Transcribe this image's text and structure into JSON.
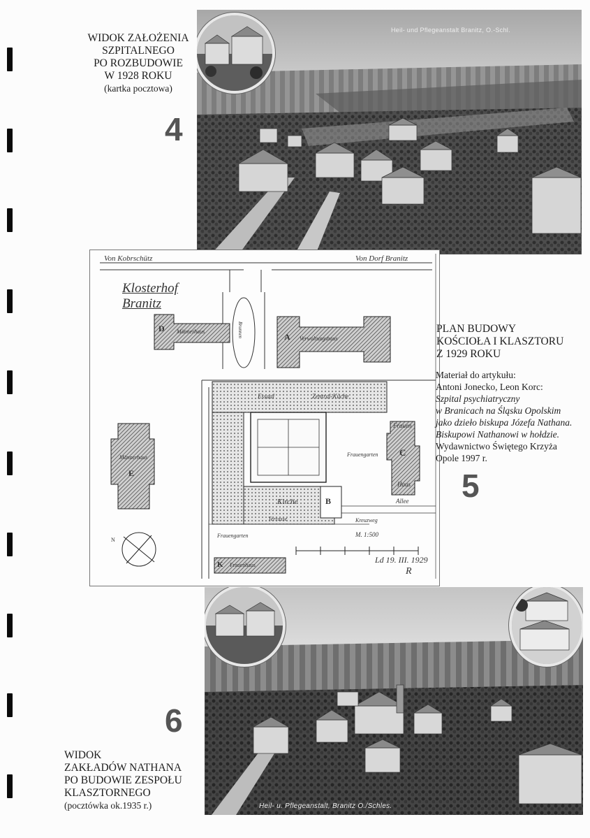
{
  "figure4": {
    "number": "4",
    "caption_lines": [
      "WIDOK ZAŁOŻENIA",
      "SZPITALNEGO",
      "PO ROZBUDOWIE",
      "W 1928 ROKU",
      "(kartka pocztowa)"
    ],
    "postcard_text": "Heil- und Pflegeanstalt Branitz, O.-Schl."
  },
  "figure5": {
    "number": "5",
    "title_lines": [
      "PLAN BUDOWY",
      "KOŚCIOŁA I KLASZTORU",
      "Z 1929 ROKU"
    ],
    "source_lines": [
      "Materiał do artykułu:",
      "Antoni Jonecko, Leon Korc:"
    ],
    "source_italic_lines": [
      "Szpital psychiatryczny",
      "w Branicach na Śląsku Opolskim",
      "jako dzieło biskupa Józefa Nathana.",
      "Biskupowi Nathanowi w hołdzie."
    ],
    "source_end_lines": [
      "Wydawnictwo Świętego Krzyża",
      "Opole 1997 r."
    ],
    "plan": {
      "title": "Klosterhof Branitz",
      "road_left": "Von Kobrschütz",
      "road_right": "Von Dorf Branitz",
      "scale": "M. 1:500",
      "date": "Ld 19. III. 1929",
      "labels": {
        "b_a": "Verwaltungshaus",
        "b_d": "Männerhaus",
        "b_e": "Männerhaus",
        "saal": "Essaal",
        "kuche": "Zentral-Küche",
        "kirche": "Kirche",
        "frauengarten": "Frauengarten",
        "frauenhaus": "Frauenhaus",
        "allee": "Allee",
        "terrasse": "Terrasse",
        "kreuzweg": "Kreuzweg",
        "frauen": "Frauen",
        "haus": "Haus",
        "brunnen": "Brunnen",
        "frauengarten2": "Frauengarten",
        "letter_a": "A",
        "letter_c": "C",
        "letter_d": "D",
        "letter_e": "E",
        "letter_k": "K",
        "letter_b": "B",
        "north": "N",
        "initial": "R"
      }
    }
  },
  "figure6": {
    "number": "6",
    "caption_lines": [
      "WIDOK",
      "ZAKŁADÓW NATHANA",
      "PO BUDOWIE ZESPOŁU",
      "KLASZTORNEGO",
      "(pocztówka ok.1935 r.)"
    ],
    "postcard_text": "Heil- u. Pflegeanstalt, Branitz O./Schles."
  }
}
